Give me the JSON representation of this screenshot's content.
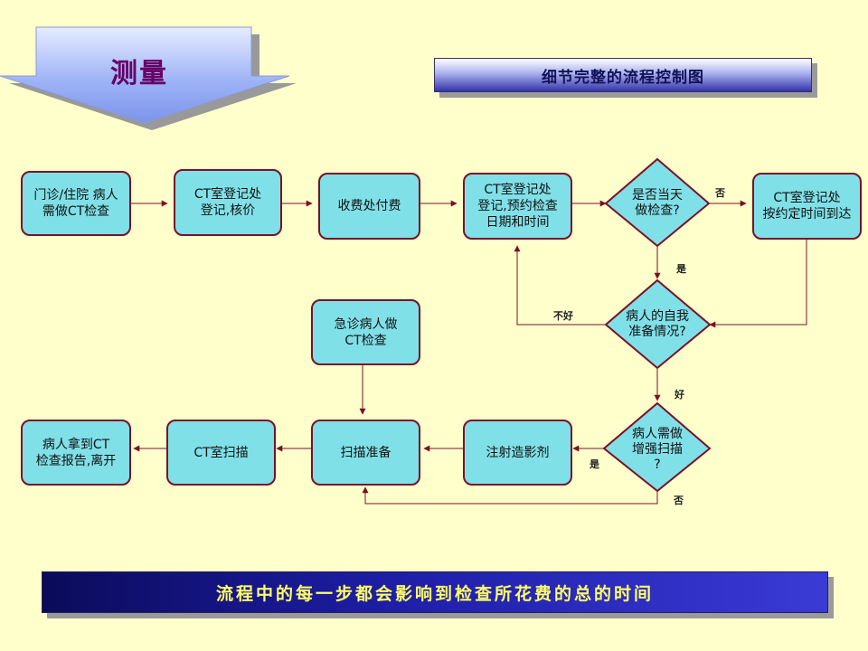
{
  "banner": {
    "text": "测量"
  },
  "title": "细节完整的流程控制图",
  "nodes": {
    "outpatient": "门诊/住院 病人\n需做CT检查",
    "ct_register": "CT室登记处\n登记,核价",
    "payment": "收费处付费",
    "ct_appointment": "CT室登记处\n登记,预约检查\n日期和时间",
    "same_day": "是否当天\n做检查?",
    "arrive_on_time": "CT室登记处\n按约定时间到达",
    "self_prep": "病人的自我\n准备情况?",
    "emergency": "急诊病人做\nCT检查",
    "need_contrast": "病人需做\n增强扫描\n?",
    "contrast_injection": "注射造影剂",
    "scan_prep": "扫描准备",
    "ct_scan": "CT室扫描",
    "get_report": "病人拿到CT\n检查报告,离开"
  },
  "edge_labels": {
    "same_day_no": "否",
    "same_day_yes": "是",
    "prep_bad": "不好",
    "prep_good": "好",
    "contrast_yes": "是",
    "contrast_no": "否"
  },
  "footer": "流程中的每一步都会影响到检查所花费的总的时间",
  "colors": {
    "background": "#ffffcc",
    "node_fill": "#80e0e8",
    "node_border": "#7a1028",
    "connector": "#7a1028",
    "banner_text": "#660066",
    "footer_text": "#ffff66"
  }
}
